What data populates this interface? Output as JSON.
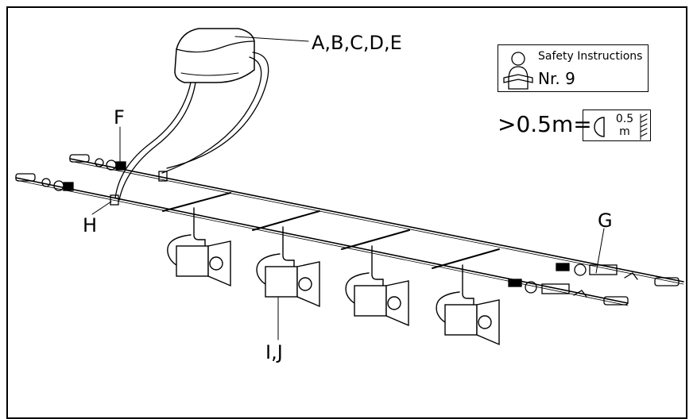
{
  "labels": {
    "controller": "A,B,C,D,E",
    "clamp_f": "F",
    "tensioner_g": "G",
    "clip_h": "H",
    "spotlight": "I,J"
  },
  "safety": {
    "title": "Safety Instructions",
    "number": "Nr. 9"
  },
  "distance": {
    "text": ">0.5m=",
    "value": "0.5",
    "unit": "m"
  }
}
